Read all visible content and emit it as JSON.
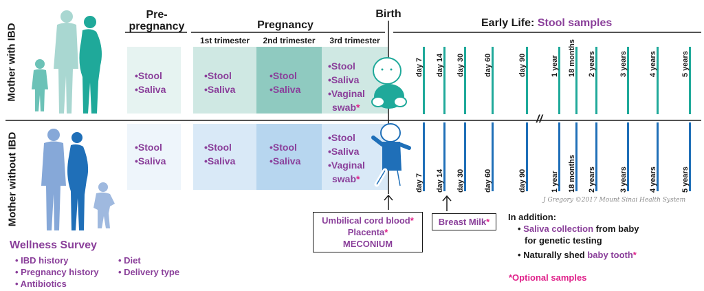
{
  "rows": {
    "top_label": "Mother with IBD",
    "bottom_label": "Mother without IBD"
  },
  "headers": {
    "pre_pregnancy": "Pre-\npregnancy",
    "pregnancy": "Pregnancy",
    "birth": "Birth",
    "early_life_prefix": "Early Life: ",
    "early_life_suffix": "Stool samples",
    "trimesters": [
      "1st trimester",
      "2nd trimester",
      "3rd trimester"
    ]
  },
  "panels": {
    "basic": [
      "•Stool",
      "•Saliva"
    ],
    "third": [
      "•Stool",
      "•Saliva",
      "•Vaginal",
      "swab"
    ],
    "asterisk": "*"
  },
  "timepoints": [
    "day 7",
    "day 14",
    "day 30",
    "day 60",
    "day 90",
    "1 year",
    "18 months",
    "2 years",
    "3 years",
    "4 years",
    "5 years"
  ],
  "break_mark": "//",
  "credit": "J Gregory ©2017 Mount Sinai Health System",
  "birth_box": {
    "line1": "Umbilical cord blood",
    "line2": "Placenta",
    "line3": "MECONIUM",
    "asterisk": "*"
  },
  "milk_box": {
    "label": "Breast Milk",
    "asterisk": "*"
  },
  "in_addition": {
    "title": "In addition:",
    "item1_a": "• ",
    "item1_b": "Saliva collection",
    "item1_c": " from baby",
    "item1_d": "for genetic testing",
    "item2_a": "• Naturally shed ",
    "item2_b": "baby tooth",
    "asterisk": "*"
  },
  "optional_note": "*Optional samples",
  "survey": {
    "title": "Wellness Survey",
    "col1": [
      "• IBD history",
      "• Pregnancy history",
      "• Antibiotics"
    ],
    "col2": [
      "• Diet",
      "• Delivery type"
    ]
  },
  "colors": {
    "teal": "#1fa99a",
    "blue": "#1f6fb8",
    "purple": "#8a3f9a",
    "pink": "#e0218a"
  },
  "icons": [
    "family-with-ibd-silhouette",
    "family-without-ibd-silhouette",
    "baby-teal-icon",
    "baby-blue-icon"
  ]
}
